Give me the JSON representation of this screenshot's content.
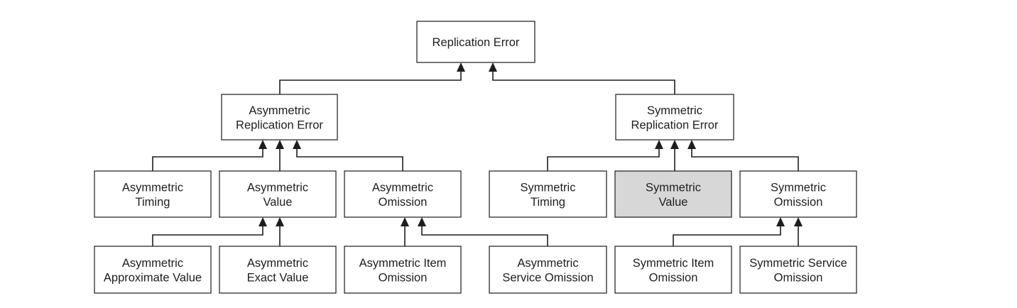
{
  "diagram": {
    "nodes": [
      {
        "id": "replication-error",
        "lines": [
          "Replication Error"
        ],
        "highlighted": false
      },
      {
        "id": "asymmetric-replication-error",
        "lines": [
          "Asymmetric",
          "Replication Error"
        ],
        "highlighted": false
      },
      {
        "id": "symmetric-replication-error",
        "lines": [
          "Symmetric",
          "Replication Error"
        ],
        "highlighted": false
      },
      {
        "id": "asymmetric-timing",
        "lines": [
          "Asymmetric",
          "Timing"
        ],
        "highlighted": false
      },
      {
        "id": "asymmetric-value",
        "lines": [
          "Asymmetric",
          "Value"
        ],
        "highlighted": false
      },
      {
        "id": "asymmetric-omission",
        "lines": [
          "Asymmetric",
          "Omission"
        ],
        "highlighted": false
      },
      {
        "id": "symmetric-timing",
        "lines": [
          "Symmetric",
          "Timing"
        ],
        "highlighted": false
      },
      {
        "id": "symmetric-value",
        "lines": [
          "Symmetric",
          "Value"
        ],
        "highlighted": true
      },
      {
        "id": "symmetric-omission",
        "lines": [
          "Symmetric",
          "Omission"
        ],
        "highlighted": false
      },
      {
        "id": "asymmetric-approximate-value",
        "lines": [
          "Asymmetric",
          "Approximate Value"
        ],
        "highlighted": false
      },
      {
        "id": "asymmetric-exact-value",
        "lines": [
          "Asymmetric",
          "Exact Value"
        ],
        "highlighted": false
      },
      {
        "id": "asymmetric-item-omission",
        "lines": [
          "Asymmetric Item",
          "Omission"
        ],
        "highlighted": false
      },
      {
        "id": "asymmetric-service-omission",
        "lines": [
          "Asymmetric",
          "Service Omission"
        ],
        "highlighted": false
      },
      {
        "id": "symmetric-item-omission",
        "lines": [
          "Symmetric Item",
          "Omission"
        ],
        "highlighted": false
      },
      {
        "id": "symmetric-service-omission",
        "lines": [
          "Symmetric Service",
          "Omission"
        ],
        "highlighted": false
      }
    ],
    "edges": [
      {
        "child": "asymmetric-replication-error",
        "parent": "replication-error"
      },
      {
        "child": "symmetric-replication-error",
        "parent": "replication-error"
      },
      {
        "child": "asymmetric-timing",
        "parent": "asymmetric-replication-error"
      },
      {
        "child": "asymmetric-value",
        "parent": "asymmetric-replication-error"
      },
      {
        "child": "asymmetric-omission",
        "parent": "asymmetric-replication-error"
      },
      {
        "child": "symmetric-timing",
        "parent": "symmetric-replication-error"
      },
      {
        "child": "symmetric-value",
        "parent": "symmetric-replication-error"
      },
      {
        "child": "symmetric-omission",
        "parent": "symmetric-replication-error"
      },
      {
        "child": "asymmetric-approximate-value",
        "parent": "asymmetric-value"
      },
      {
        "child": "asymmetric-exact-value",
        "parent": "asymmetric-value"
      },
      {
        "child": "asymmetric-item-omission",
        "parent": "asymmetric-omission"
      },
      {
        "child": "asymmetric-service-omission",
        "parent": "asymmetric-omission"
      },
      {
        "child": "symmetric-item-omission",
        "parent": "symmetric-omission"
      },
      {
        "child": "symmetric-service-omission",
        "parent": "symmetric-omission"
      }
    ]
  },
  "colors": {
    "box_stroke": "#2b2b2b",
    "box_fill": "#ffffff",
    "highlight_fill": "#d7d7d7",
    "line": "#1e1e1e",
    "text": "#1e1e1e"
  }
}
